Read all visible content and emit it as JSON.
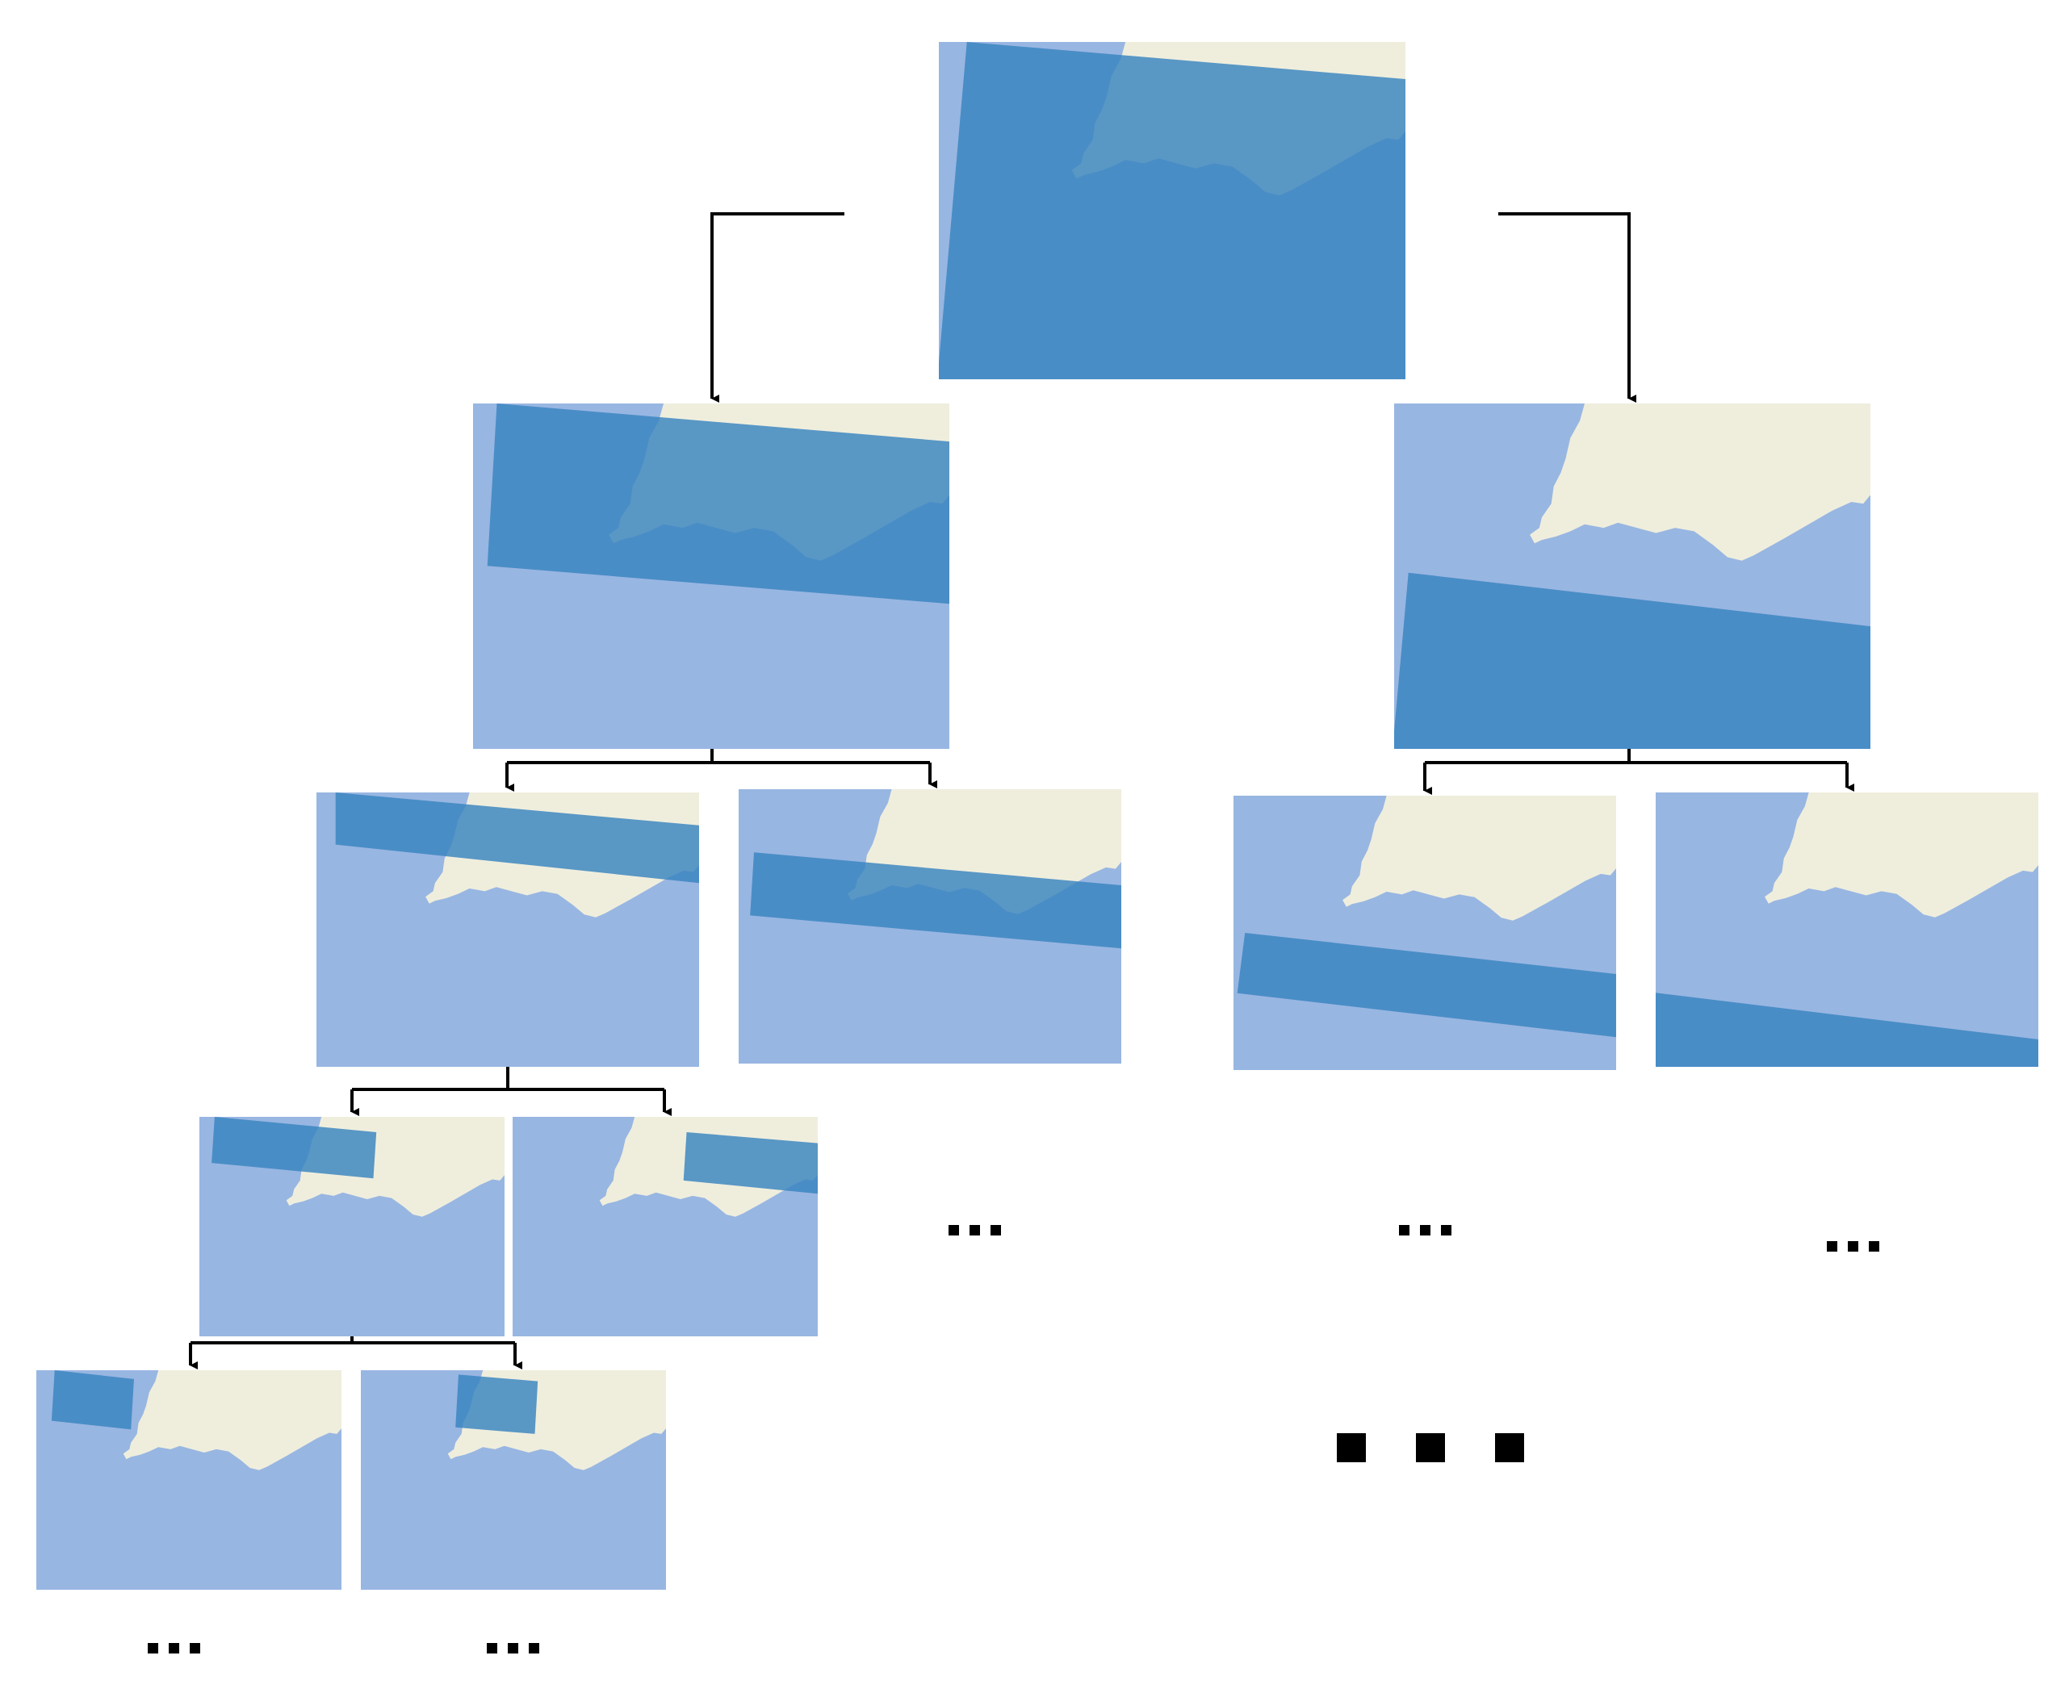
{
  "colors": {
    "sea": "#98b6e2",
    "land": "#efeedd",
    "footprint": "#3884c0",
    "footprint_over_land": "#4a90bc",
    "connector": "#000000",
    "background": "#ffffff"
  },
  "tree": {
    "description_nodes": [
      "root",
      "level1-left",
      "level1-right",
      "level2-left-a",
      "level2-left-b",
      "level2-right-a",
      "level2-right-b",
      "level3-a",
      "level3-b",
      "level4-a",
      "level4-b"
    ],
    "continuation_marks": [
      "...",
      "...",
      "...",
      "...",
      "..."
    ],
    "big_continuation": "■ ■ ■"
  }
}
